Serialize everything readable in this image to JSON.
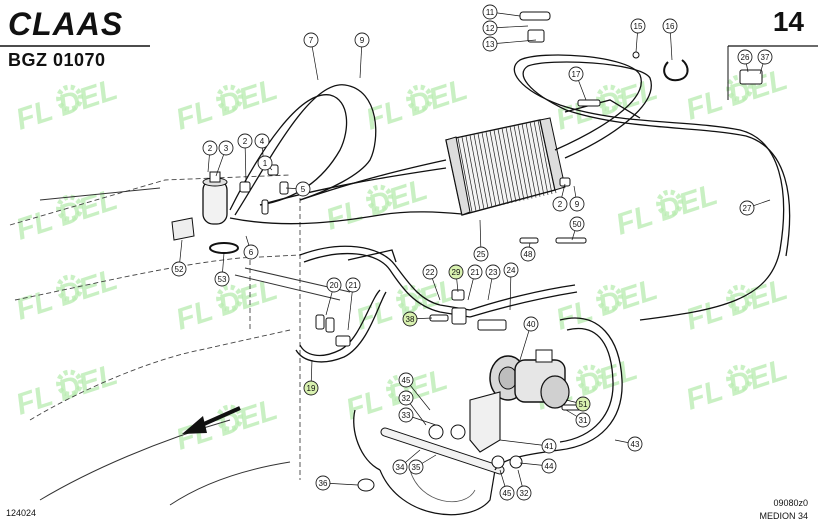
{
  "header": {
    "brand": "CLAAS",
    "reference": "BGZ 01070",
    "page_number": "14"
  },
  "footer": {
    "left": "124024",
    "right_top": "09080z0",
    "right_bottom": "MEDION 34"
  },
  "watermark": {
    "text": "FL  DEL",
    "color": "#b8ecb0"
  },
  "colors": {
    "line": "#222222",
    "callout_fill": "#ffffff",
    "highlight_fill": "#d9f2b0"
  },
  "callouts": [
    {
      "label": "11",
      "highlight": false
    },
    {
      "label": "12",
      "highlight": false
    },
    {
      "label": "13",
      "highlight": false
    },
    {
      "label": "15",
      "highlight": false
    },
    {
      "label": "16",
      "highlight": false
    },
    {
      "label": "7",
      "highlight": false
    },
    {
      "label": "9",
      "highlight": false
    },
    {
      "label": "26",
      "highlight": false
    },
    {
      "label": "37",
      "highlight": false
    },
    {
      "label": "17",
      "highlight": false
    },
    {
      "label": "2",
      "highlight": false
    },
    {
      "label": "3",
      "highlight": false
    },
    {
      "label": "2",
      "highlight": false
    },
    {
      "label": "4",
      "highlight": false
    },
    {
      "label": "1",
      "highlight": false
    },
    {
      "label": "5",
      "highlight": false
    },
    {
      "label": "2",
      "highlight": false
    },
    {
      "label": "9",
      "highlight": false
    },
    {
      "label": "50",
      "highlight": false
    },
    {
      "label": "27",
      "highlight": false
    },
    {
      "label": "6",
      "highlight": false
    },
    {
      "label": "52",
      "highlight": false
    },
    {
      "label": "53",
      "highlight": false
    },
    {
      "label": "25",
      "highlight": false
    },
    {
      "label": "48",
      "highlight": false
    },
    {
      "label": "22",
      "highlight": false
    },
    {
      "label": "29",
      "highlight": true
    },
    {
      "label": "21",
      "highlight": false
    },
    {
      "label": "23",
      "highlight": false
    },
    {
      "label": "24",
      "highlight": false
    },
    {
      "label": "20",
      "highlight": false
    },
    {
      "label": "21",
      "highlight": false
    },
    {
      "label": "38",
      "highlight": true
    },
    {
      "label": "40",
      "highlight": false
    },
    {
      "label": "19",
      "highlight": true
    },
    {
      "label": "45",
      "highlight": false
    },
    {
      "label": "32",
      "highlight": false
    },
    {
      "label": "33",
      "highlight": false
    },
    {
      "label": "51",
      "highlight": true
    },
    {
      "label": "31",
      "highlight": false
    },
    {
      "label": "41",
      "highlight": false
    },
    {
      "label": "43",
      "highlight": false
    },
    {
      "label": "34",
      "highlight": false
    },
    {
      "label": "35",
      "highlight": false
    },
    {
      "label": "44",
      "highlight": false
    },
    {
      "label": "36",
      "highlight": false
    },
    {
      "label": "45",
      "highlight": false
    },
    {
      "label": "32",
      "highlight": false
    }
  ]
}
